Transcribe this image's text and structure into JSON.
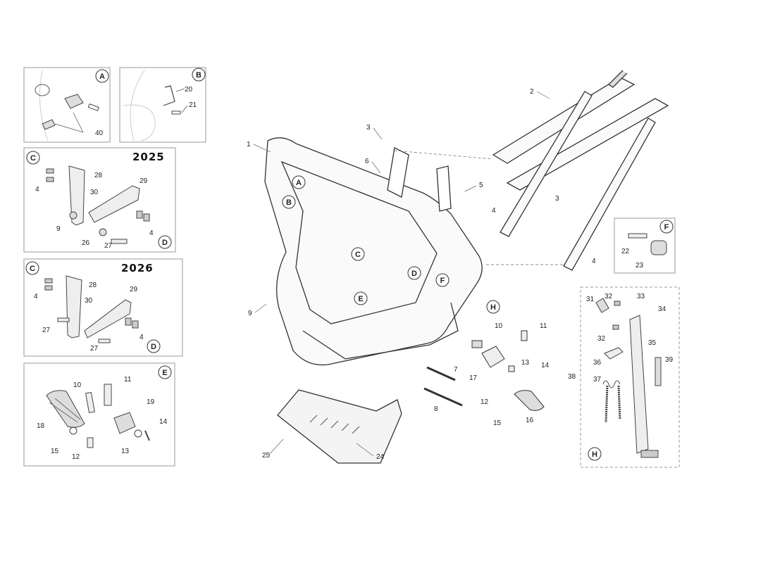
{
  "panels": {
    "A": {
      "letter": "A"
    },
    "B": {
      "letter": "B"
    },
    "C2025": {
      "letter": "C",
      "letter2": "D",
      "year": "2025"
    },
    "C2026": {
      "letter": "C",
      "letter2": "D",
      "year": "2026"
    },
    "E": {
      "letter": "E"
    },
    "F": {
      "letter": "F"
    },
    "H": {
      "letter": "H"
    }
  },
  "main_callouts": [
    "A",
    "B",
    "C",
    "D",
    "E",
    "F",
    "H"
  ],
  "part_numbers": [
    "1",
    "2",
    "3",
    "4",
    "5",
    "6",
    "7",
    "8",
    "9",
    "10",
    "11",
    "12",
    "13",
    "14",
    "15",
    "16",
    "17",
    "18",
    "19",
    "20",
    "21",
    "22",
    "23",
    "24",
    "25",
    "26",
    "27",
    "28",
    "29",
    "30",
    "31",
    "32",
    "33",
    "34",
    "35",
    "36",
    "37",
    "38",
    "39",
    "40"
  ]
}
